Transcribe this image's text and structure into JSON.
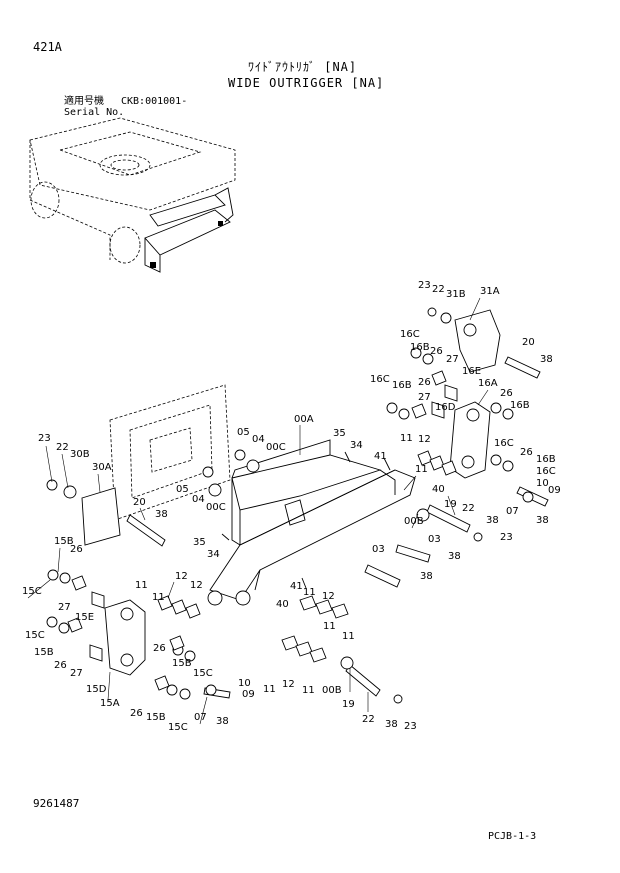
{
  "page_code": "421A",
  "title_jp": "ﾜｲﾄﾞｱｳﾄﾘｶﾞ [NA]",
  "title_en": "WIDE OUTRIGGER [NA]",
  "serial_label_jp": "適用号機",
  "serial_label_en": "Serial No.",
  "serial_value": "CKB:001001-",
  "drawing_number": "9261487",
  "page_ref": "PCJB-1-3",
  "callouts": [
    "23",
    "22",
    "31B",
    "31A",
    "16C",
    "16B",
    "26",
    "27",
    "20",
    "38",
    "16E",
    "16A",
    "16C",
    "16B",
    "26",
    "27",
    "16D",
    "26",
    "16B",
    "16C",
    "26",
    "16B",
    "16C",
    "11",
    "12",
    "00A",
    "05",
    "04",
    "00C",
    "35",
    "34",
    "41",
    "23",
    "22",
    "30B",
    "30A",
    "05",
    "04",
    "00C",
    "20",
    "38",
    "35",
    "34",
    "11",
    "40",
    "10",
    "09",
    "19",
    "22",
    "38",
    "07",
    "38",
    "00B",
    "23",
    "03",
    "03",
    "38",
    "38",
    "15B",
    "26",
    "15C",
    "27",
    "15E",
    "11",
    "12",
    "11",
    "12",
    "15C",
    "15B",
    "26",
    "27",
    "26",
    "15B",
    "15D",
    "15C",
    "15A",
    "26",
    "15B",
    "15C",
    "41",
    "40",
    "11",
    "12",
    "11",
    "11",
    "11",
    "12",
    "11",
    "00B",
    "19",
    "22",
    "38",
    "23",
    "10",
    "09",
    "07",
    "38"
  ]
}
